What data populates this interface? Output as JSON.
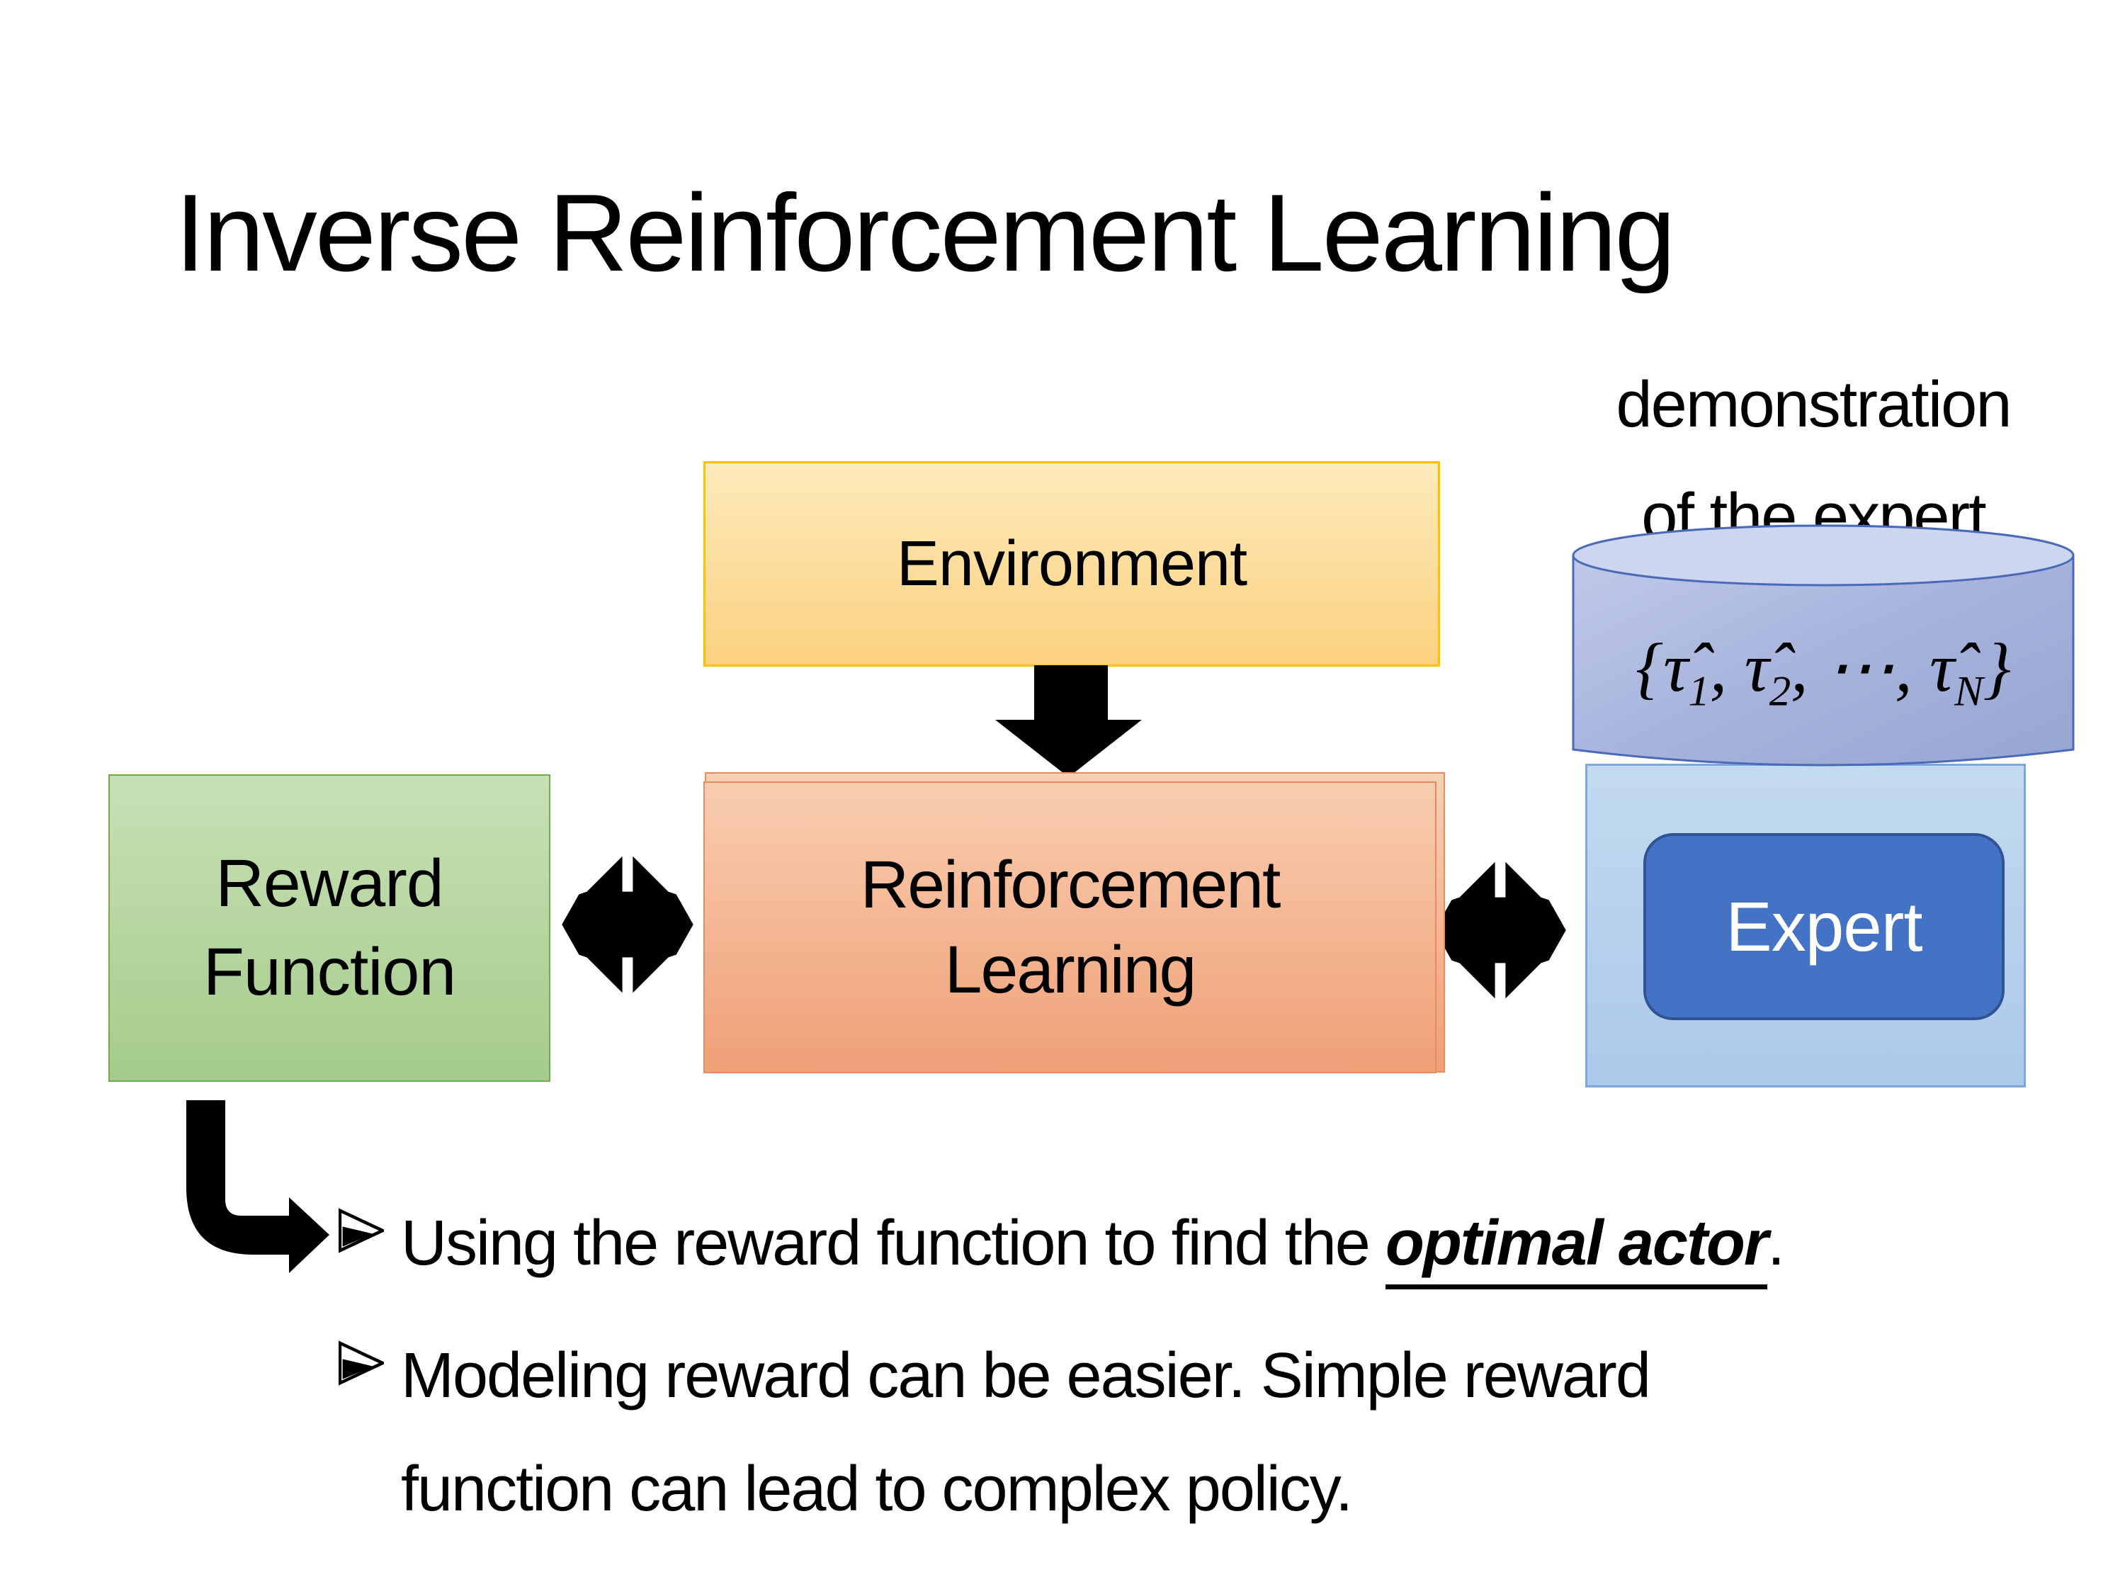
{
  "slide": {
    "title": "Inverse Reinforcement Learning"
  },
  "diagram": {
    "environment": {
      "label": "Environment"
    },
    "reward_function": {
      "line1": "Reward",
      "line2": "Function"
    },
    "reinforcement_learning": {
      "line1": "Reinforcement",
      "line2": "Learning"
    },
    "expert": {
      "label": "Expert"
    },
    "demonstration": {
      "line1": "demonstration",
      "line2": "of the expert"
    },
    "formula": {
      "open": "{",
      "tau1": "τ̂",
      "sub1": "1",
      "comma1": ", ",
      "tau2": "τ̂",
      "sub2": "2",
      "comma2": ", ",
      "dots": "⋯",
      "comma3": ", ",
      "tau3": "τ̂",
      "subN": "N",
      "close": "}"
    },
    "icons": {
      "down_arrow": "thick-down-arrow",
      "double_arrow": "left-right-exchange-arrow",
      "elbow_arrow": "elbow-right-arrow",
      "bullet_marker": "➢"
    }
  },
  "bullets": {
    "item1": {
      "prefix": "Using the reward function to find the ",
      "emphasis": "optimal actor",
      "suffix": "."
    },
    "item2": {
      "text": "Modeling reward can be easier. Simple reward\nfunction can lead to complex policy."
    }
  },
  "colors": {
    "background": "#ffffff",
    "title_text": "#000000",
    "env_fill_top": "#fdeabb",
    "env_fill_bottom": "#fcd180",
    "env_border": "#ffc000",
    "green_fill_top": "#c8e0b6",
    "green_fill_bottom": "#a5cc8b",
    "green_border": "#72ab4e",
    "rl_fill_top": "#f9cdb0",
    "rl_fill_bottom": "#efa077",
    "rl_border": "#ea8a5e",
    "container_fill": "#b9d4ec",
    "container_border": "#7fa8d8",
    "cylinder_fill": "#a6b2dc",
    "cylinder_top_fill": "#ccd6f0",
    "cylinder_border": "#4a6ab8",
    "expert_fill": "#4472c4",
    "expert_border": "#2f5496",
    "expert_text": "#ffffff",
    "arrow_fill": "#000000"
  }
}
